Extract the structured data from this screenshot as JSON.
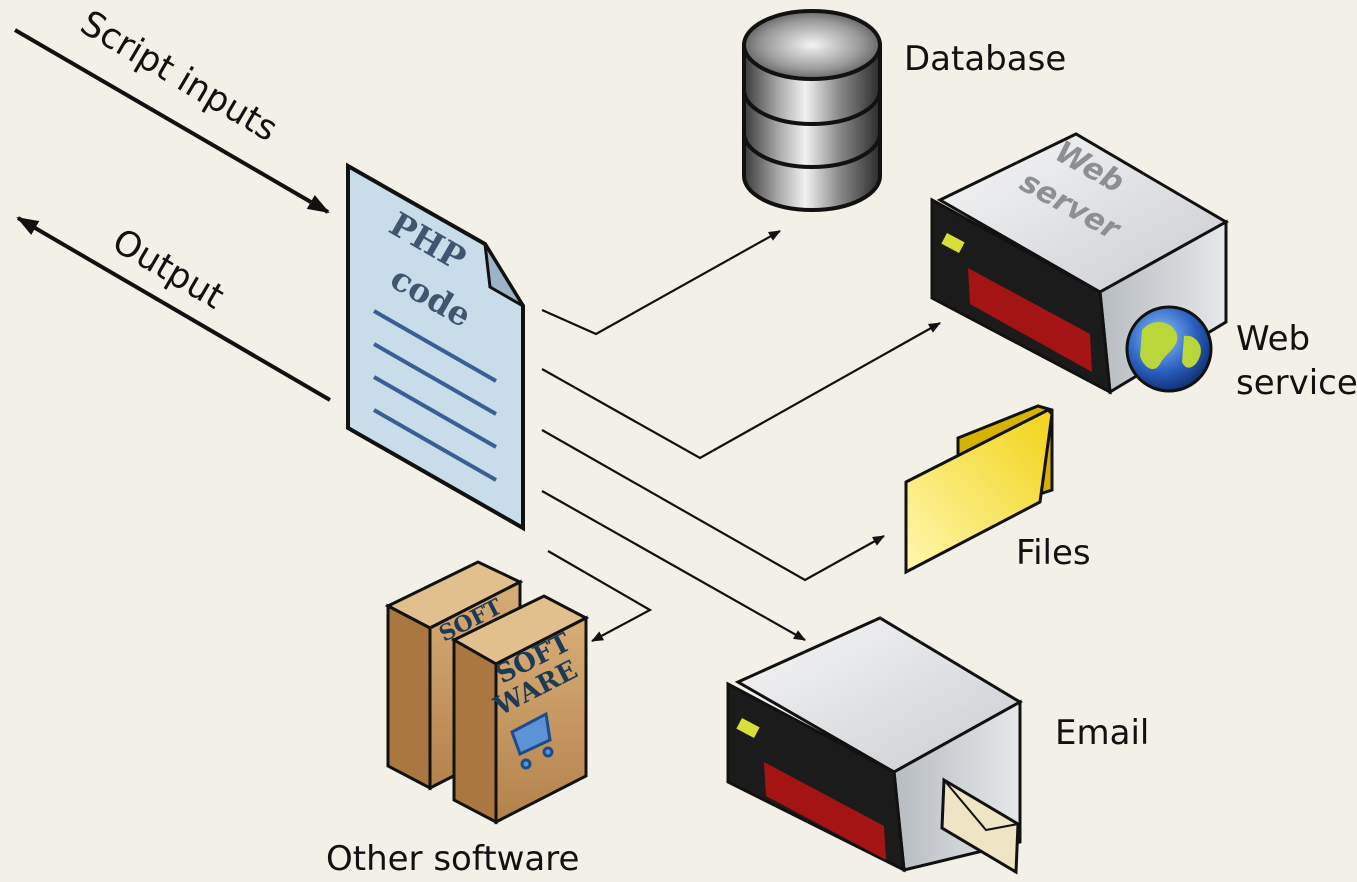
{
  "inputs": {
    "script_inputs": "Script inputs",
    "output": "Output"
  },
  "php_doc": {
    "line1": "PHP",
    "line2": "code"
  },
  "targets": {
    "database": "Database",
    "web_server_word1": "Web",
    "web_server_word2": "server",
    "web_service_line1": "Web",
    "web_service_line2": "service",
    "files": "Files",
    "email": "Email",
    "other_software": "Other software",
    "box_text_line1": "SOFT",
    "box_text_line2": "WARE"
  },
  "colors": {
    "background": "#f3f1e7",
    "document_fill": "#c9dcea",
    "document_lines": "#3a5f95",
    "folder_fill": "#f5e03a",
    "server_body": "#d9dcdf",
    "box_fill": "#c99b62"
  }
}
